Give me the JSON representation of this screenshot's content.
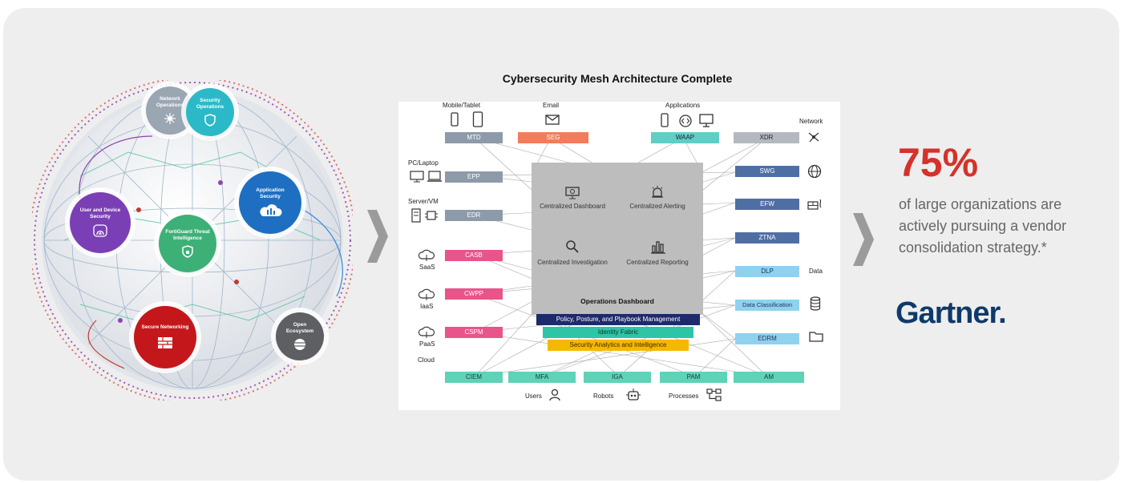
{
  "diagram": {
    "title": "Cybersecurity Mesh Architecture Complete",
    "top_labels": {
      "mobile": "Mobile/Tablet",
      "email": "Email",
      "applications": "Applications",
      "network": "Network"
    },
    "left_labels": {
      "pc": "PC/Laptop",
      "server": "Server/VM",
      "saas": "SaaS",
      "iaas": "IaaS",
      "paas": "PaaS",
      "cloud": "Cloud"
    },
    "right_labels": {
      "data": "Data"
    },
    "boxes": {
      "mtd": "MTD",
      "seg": "SEG",
      "waap": "WAAP",
      "xdr": "XDR",
      "epp": "EPP",
      "edr": "EDR",
      "casb": "CASB",
      "cwpp": "CWPP",
      "cspm": "CSPM",
      "swg": "SWG",
      "efw": "EFW",
      "ztna": "ZTNA",
      "dlp": "DLP",
      "data_classification": "Data Classification",
      "edrm": "EDRM",
      "ciem": "CIEM",
      "mfa": "MFA",
      "iga": "IGA",
      "pam": "PAM",
      "am": "AM"
    },
    "center": {
      "dashboard": "Centralized Dashboard",
      "alerting": "Centralized Alerting",
      "investigation": "Centralized Investigation",
      "reporting": "Centralized Reporting",
      "title": "Operations Dashboard"
    },
    "bars": {
      "policy": "Policy, Posture, and Playbook Management",
      "identity": "Identity Fabric",
      "analytics": "Security Analytics and Intelligence"
    },
    "bottom_labels": {
      "users": "Users",
      "robots": "Robots",
      "processes": "Processes"
    }
  },
  "sphere": {
    "network_ops": "Network Operations",
    "security_ops": "Security Operations",
    "app_security": "Application Security",
    "user_device": "User and Device Security",
    "fortiguard": "FortiGuard Threat Intelligence",
    "secure_networking": "Secure Networking",
    "open_ecosystem": "Open Ecosystem"
  },
  "stat": {
    "percent": "75%",
    "caption": "of large organizations are actively pursuing a vendor consolidation strategy.*",
    "source": "Gartner"
  },
  "colors": {
    "accent_red": "#d4322b",
    "gartner_blue": "#0e3a6b"
  }
}
